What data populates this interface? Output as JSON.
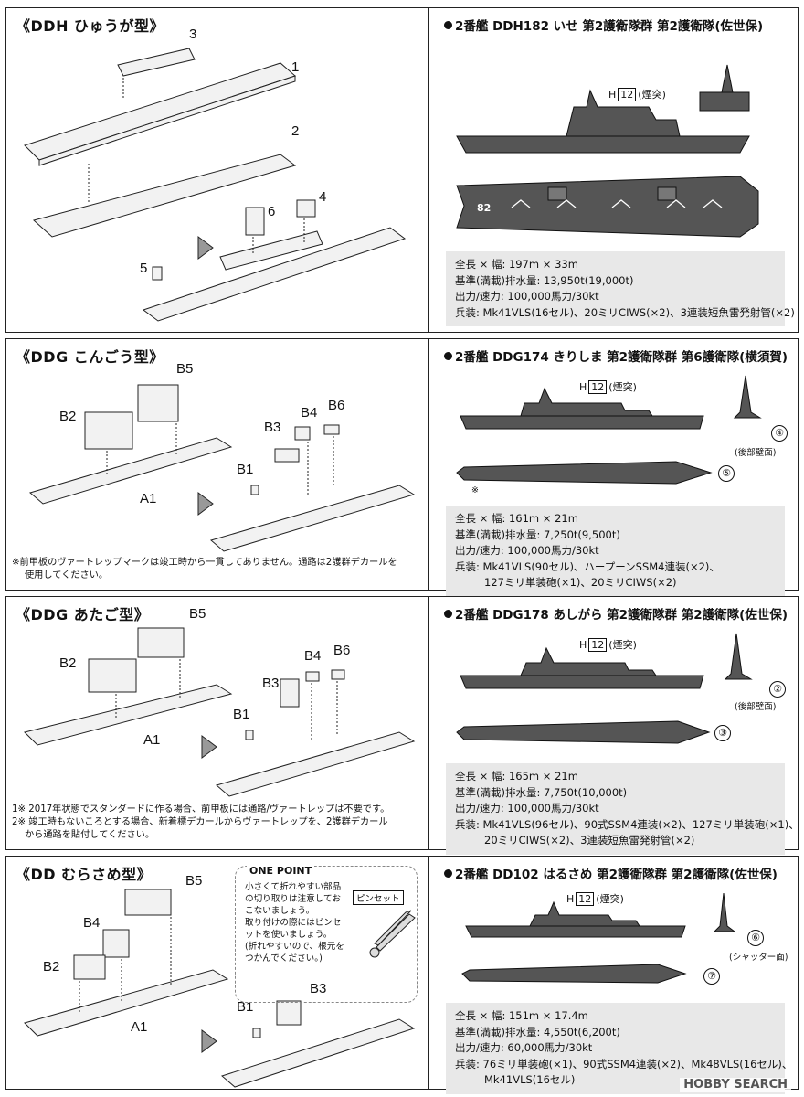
{
  "sections": [
    {
      "title": "《DDH ひゅうが型》",
      "parts": [
        "1",
        "2",
        "3",
        "4",
        "5",
        "6"
      ],
      "ship_header": "2番艦 DDH182 いせ 第2護衛隊群 第2護衛隊(佐世保)",
      "stack_prefix": "H",
      "stack_num": "12",
      "stack_label": "(煙突)",
      "hull_number": "82",
      "specs": [
        "全長 × 幅: 197m × 33m",
        "基準(満載)排水量: 13,950t(19,000t)",
        "出力/速力: 100,000馬力/30kt",
        "兵装: Mk41VLS(16セル)、20ミリCIWS(×2)、3連装短魚雷発射管(×2)"
      ]
    },
    {
      "title": "《DDG こんごう型》",
      "parts": [
        "B5",
        "B2",
        "B3",
        "B4",
        "B6",
        "B1",
        "A1"
      ],
      "ship_header": "2番艦 DDG174 きりしま 第2護衛隊群 第6護衛隊(横須賀)",
      "stack_prefix": "H",
      "stack_num": "12",
      "stack_label": "(煙突)",
      "marks": [
        "④",
        "⑤"
      ],
      "rear_caption": "(後部壁面)",
      "note_mark": "※",
      "notes": [
        "※前甲板のヴァートレップマークは竣工時から一貫してありません。通路は2護群デカールを",
        "使用してください。"
      ],
      "specs": [
        "全長 × 幅: 161m × 21m",
        "基準(満載)排水量: 7,250t(9,500t)",
        "出力/速力: 100,000馬力/30kt",
        "兵装: Mk41VLS(90セル)、ハープーンSSM4連装(×2)、",
        "127ミリ単装砲(×1)、20ミリCIWS(×2)"
      ]
    },
    {
      "title": "《DDG あたご型》",
      "parts": [
        "B5",
        "B2",
        "B4",
        "B6",
        "B3",
        "B1",
        "A1"
      ],
      "ship_header": "2番艦 DDG178 あしがら 第2護衛隊群 第2護衛隊(佐世保)",
      "stack_prefix": "H",
      "stack_num": "12",
      "stack_label": "(煙突)",
      "marks": [
        "②",
        "③"
      ],
      "rear_caption": "(後部壁面)",
      "notes": [
        "1※ 2017年状態でスタンダードに作る場合、前甲板には通路/ヴァートレップは不要です。",
        "2※ 竣工時もないころとする場合、新着標デカールからヴァートレップを、2護群デカール",
        "から通路を貼付してください。"
      ],
      "specs": [
        "全長 × 幅: 165m × 21m",
        "基準(満載)排水量: 7,750t(10,000t)",
        "出力/速力: 100,000馬力/30kt",
        "兵装: Mk41VLS(96セル)、90式SSM4連装(×2)、127ミリ単装砲(×1)、",
        "20ミリCIWS(×2)、3連装短魚雷発射管(×2)"
      ]
    },
    {
      "title": "《DD むらさめ型》",
      "parts": [
        "B5",
        "B4",
        "B2",
        "A1",
        "B1",
        "B3"
      ],
      "one_point": {
        "title": "ONE POINT",
        "tool": "ピンセット",
        "lines": [
          "小さくて折れやすい部品",
          "の切り取りは注意してお",
          "こないましょう。",
          "取り付けの際にはピンセ",
          "ットを使いましょう。",
          "(折れやすいので、根元を",
          "つかんでください。)"
        ]
      },
      "ship_header": "2番艦 DD102 はるさめ 第2護衛隊群 第2護衛隊(佐世保)",
      "stack_prefix": "H",
      "stack_num": "12",
      "stack_label": "(煙突)",
      "marks": [
        "⑥",
        "⑦"
      ],
      "rear_caption": "(シャッター面)",
      "specs": [
        "全長 × 幅: 151m × 17.4m",
        "基準(満載)排水量: 4,550t(6,200t)",
        "出力/速力: 60,000馬力/30kt",
        "兵装: 76ミリ単装砲(×1)、90式SSM4連装(×2)、Mk48VLS(16セル)、",
        "Mk41VLS(16セル)"
      ]
    }
  ],
  "watermark": "HOBBY SEARCH"
}
